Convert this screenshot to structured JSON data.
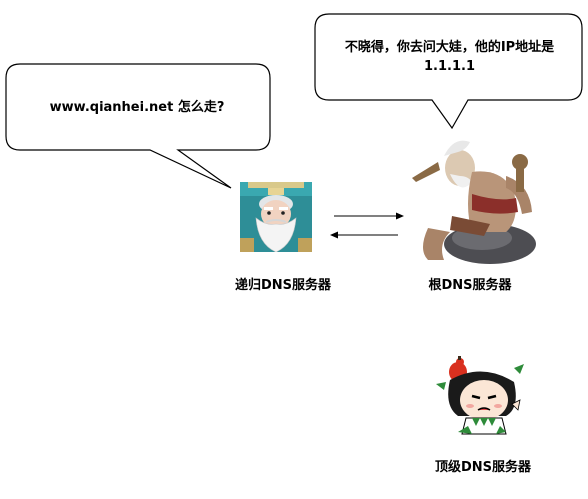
{
  "bubbles": {
    "left": {
      "text": "www.qianhei.net 怎么走?"
    },
    "right": {
      "line1": "不晓得，你去问大娃，他的IP地址是",
      "line2": "1.1.1.1"
    }
  },
  "servers": {
    "recursive": {
      "label": "递归DNS服务器"
    },
    "root": {
      "label": "根DNS服务器"
    },
    "tld": {
      "label": "顶级DNS服务器"
    }
  },
  "colors": {
    "stroke": "#000000",
    "background": "#ffffff"
  }
}
